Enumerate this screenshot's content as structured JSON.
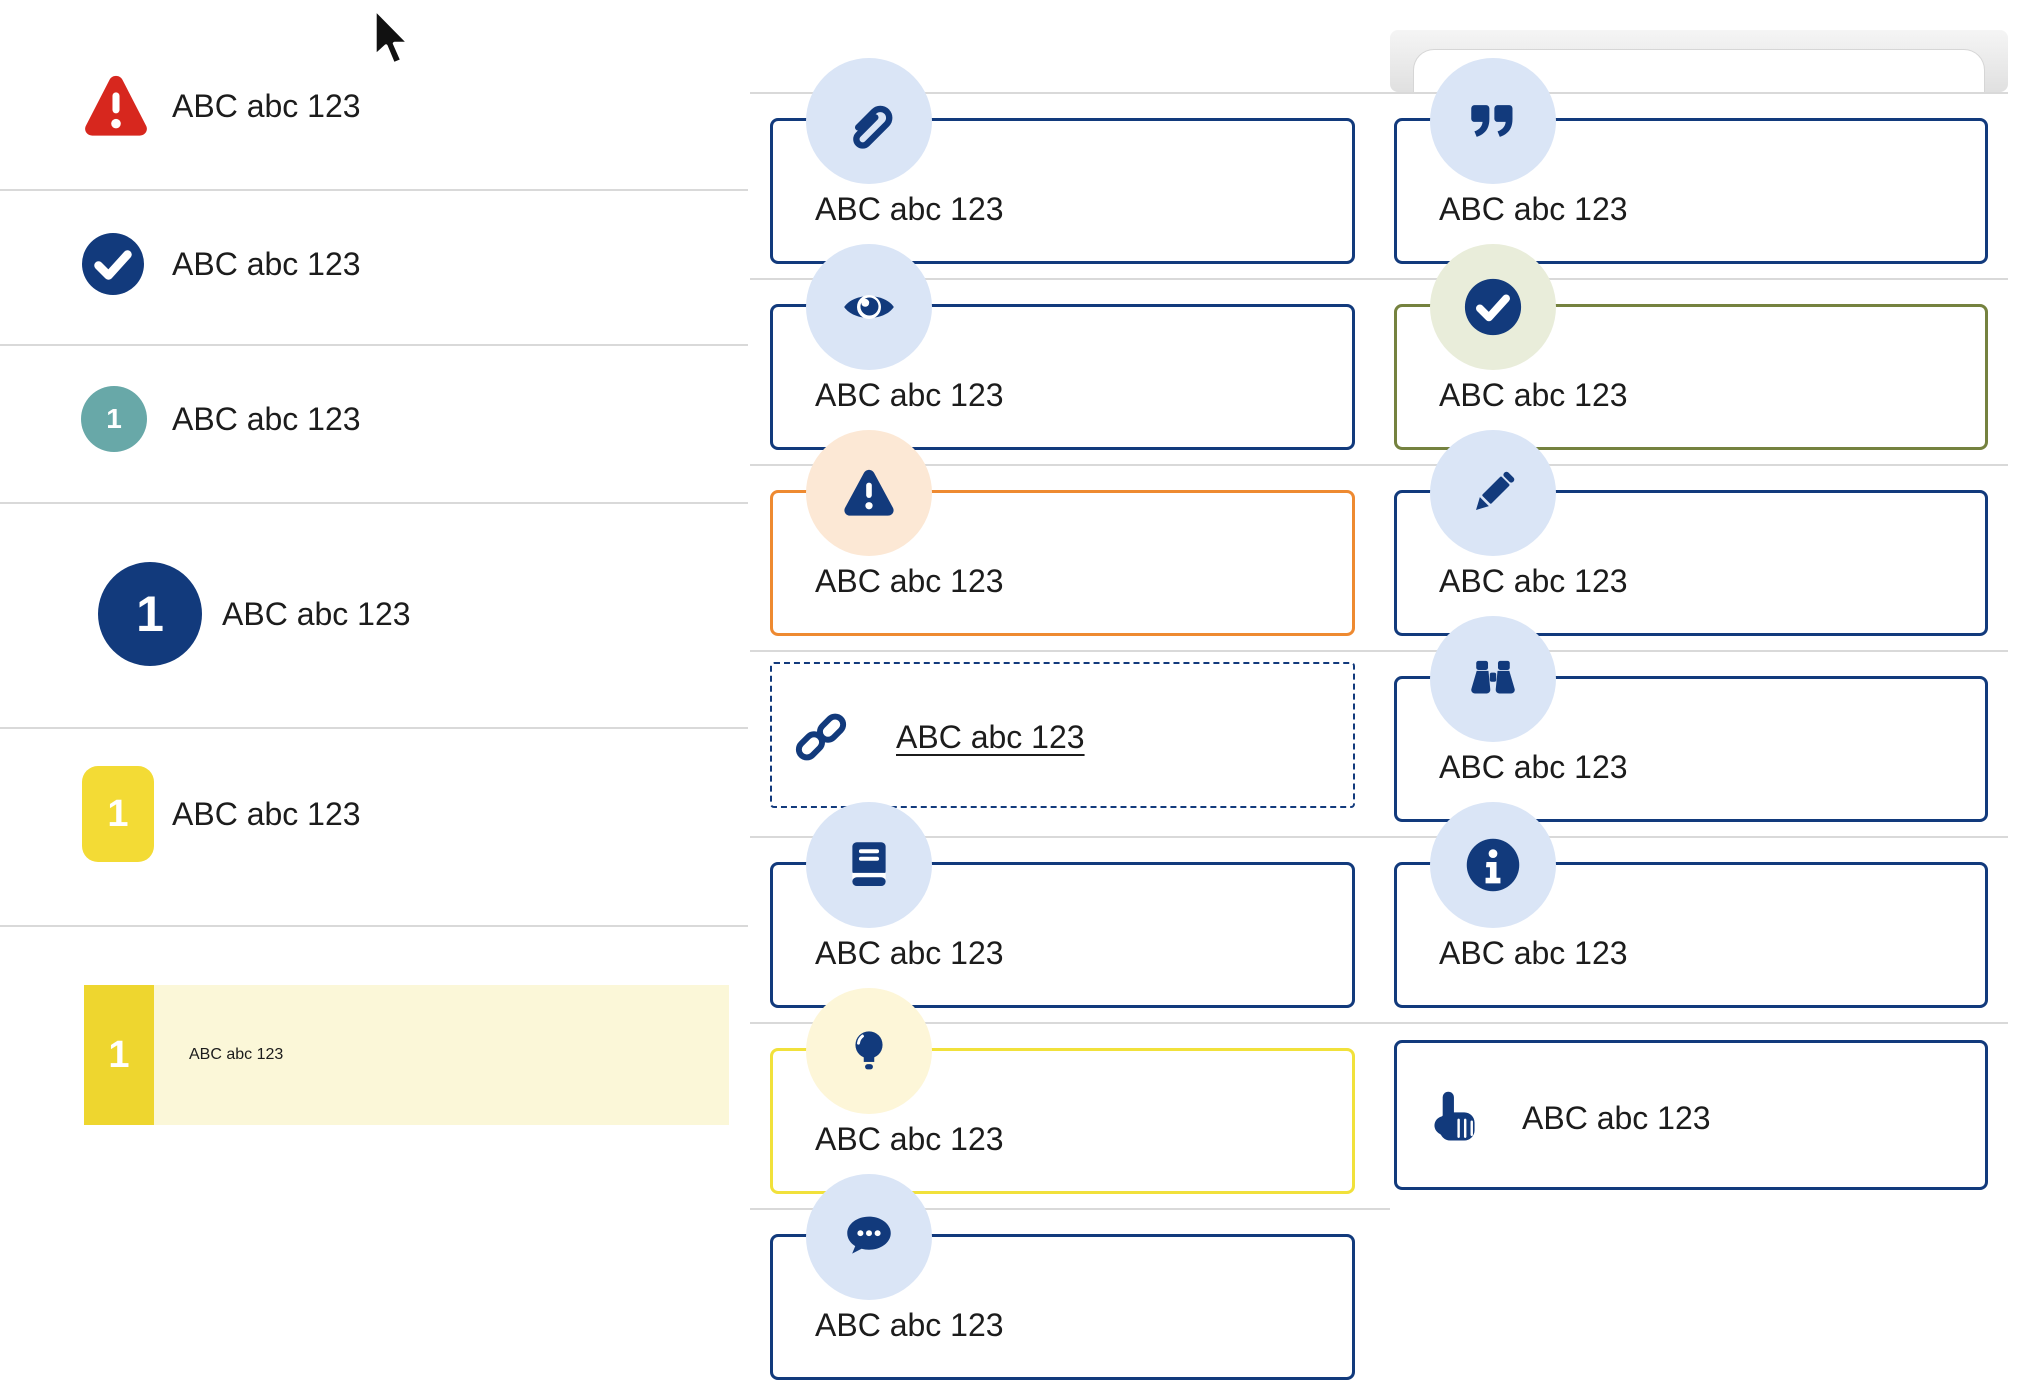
{
  "common": {
    "label": "ABC abc 123"
  },
  "colors": {
    "navy": "#123a7c",
    "orange": "#ee8a31",
    "yellow": "#f1e13b",
    "olive": "#75823f",
    "red": "#d7271e",
    "teal": "#68a8a8",
    "badge_yellow": "#f3db35",
    "strip_yellow": "#eed62f",
    "highlight_band": "#fbf7d8",
    "circle_blue": "#dae5f6",
    "circle_peach": "#fce8d5",
    "circle_pale_yellow": "#fdf6d8",
    "circle_pale_green": "#e9edda",
    "separator": "#d9d9d9",
    "text": "#1c1c1c"
  },
  "left_list": {
    "rows": [
      {
        "icon": "warning-triangle-icon",
        "label": "ABC abc 123"
      },
      {
        "icon": "check-circle-icon",
        "label": "ABC abc 123"
      },
      {
        "icon": "teal-number-badge",
        "badge": "1",
        "label": "ABC abc 123"
      },
      {
        "icon": "navy-number-badge-large",
        "badge": "1",
        "label": "ABC abc 123"
      },
      {
        "icon": "yellow-number-badge",
        "badge": "1",
        "label": "ABC abc 123"
      },
      {
        "icon": "yellow-number-badge",
        "badge": "1",
        "label": "ABC abc 123",
        "highlighted": true
      }
    ]
  },
  "middle_callouts": {
    "rows": [
      {
        "icon": "paperclip-icon",
        "variant": "navy",
        "label": "ABC abc 123"
      },
      {
        "icon": "eye-icon",
        "variant": "navy",
        "label": "ABC abc 123"
      },
      {
        "icon": "warning-icon",
        "variant": "orange",
        "label": "ABC abc 123"
      },
      {
        "icon": "link-icon",
        "variant": "dashed-link",
        "label": "ABC abc 123"
      },
      {
        "icon": "book-icon",
        "variant": "navy",
        "label": "ABC abc 123"
      },
      {
        "icon": "lightbulb-icon",
        "variant": "yellow",
        "label": "ABC abc 123"
      },
      {
        "icon": "chat-icon",
        "variant": "navy",
        "label": "ABC abc 123"
      }
    ]
  },
  "right_callouts": {
    "rows": [
      {
        "icon": "quote-icon",
        "variant": "navy",
        "label": "ABC abc 123"
      },
      {
        "icon": "check-icon",
        "variant": "olive",
        "label": "ABC abc 123"
      },
      {
        "icon": "pencil-icon",
        "variant": "navy",
        "label": "ABC abc 123"
      },
      {
        "icon": "binoculars-icon",
        "variant": "navy",
        "label": "ABC abc 123"
      },
      {
        "icon": "info-icon",
        "variant": "navy",
        "label": "ABC abc 123"
      },
      {
        "icon": "hand-pointer-icon",
        "variant": "button",
        "label": "ABC abc 123"
      }
    ]
  }
}
